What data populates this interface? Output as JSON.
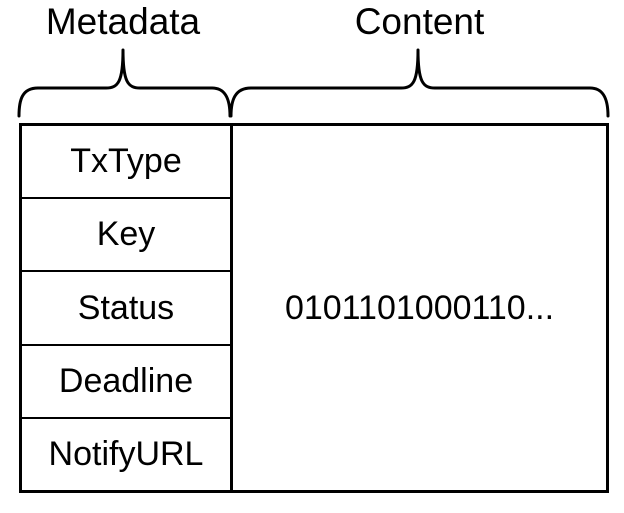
{
  "headings": {
    "metadata": "Metadata",
    "content": "Content"
  },
  "metadata_fields": [
    {
      "label": "TxType"
    },
    {
      "label": "Key"
    },
    {
      "label": "Status"
    },
    {
      "label": "Deadline"
    },
    {
      "label": "NotifyURL"
    }
  ],
  "content": {
    "value": "0101101000110..."
  },
  "colors": {
    "stroke": "#000000",
    "background": "#ffffff"
  }
}
